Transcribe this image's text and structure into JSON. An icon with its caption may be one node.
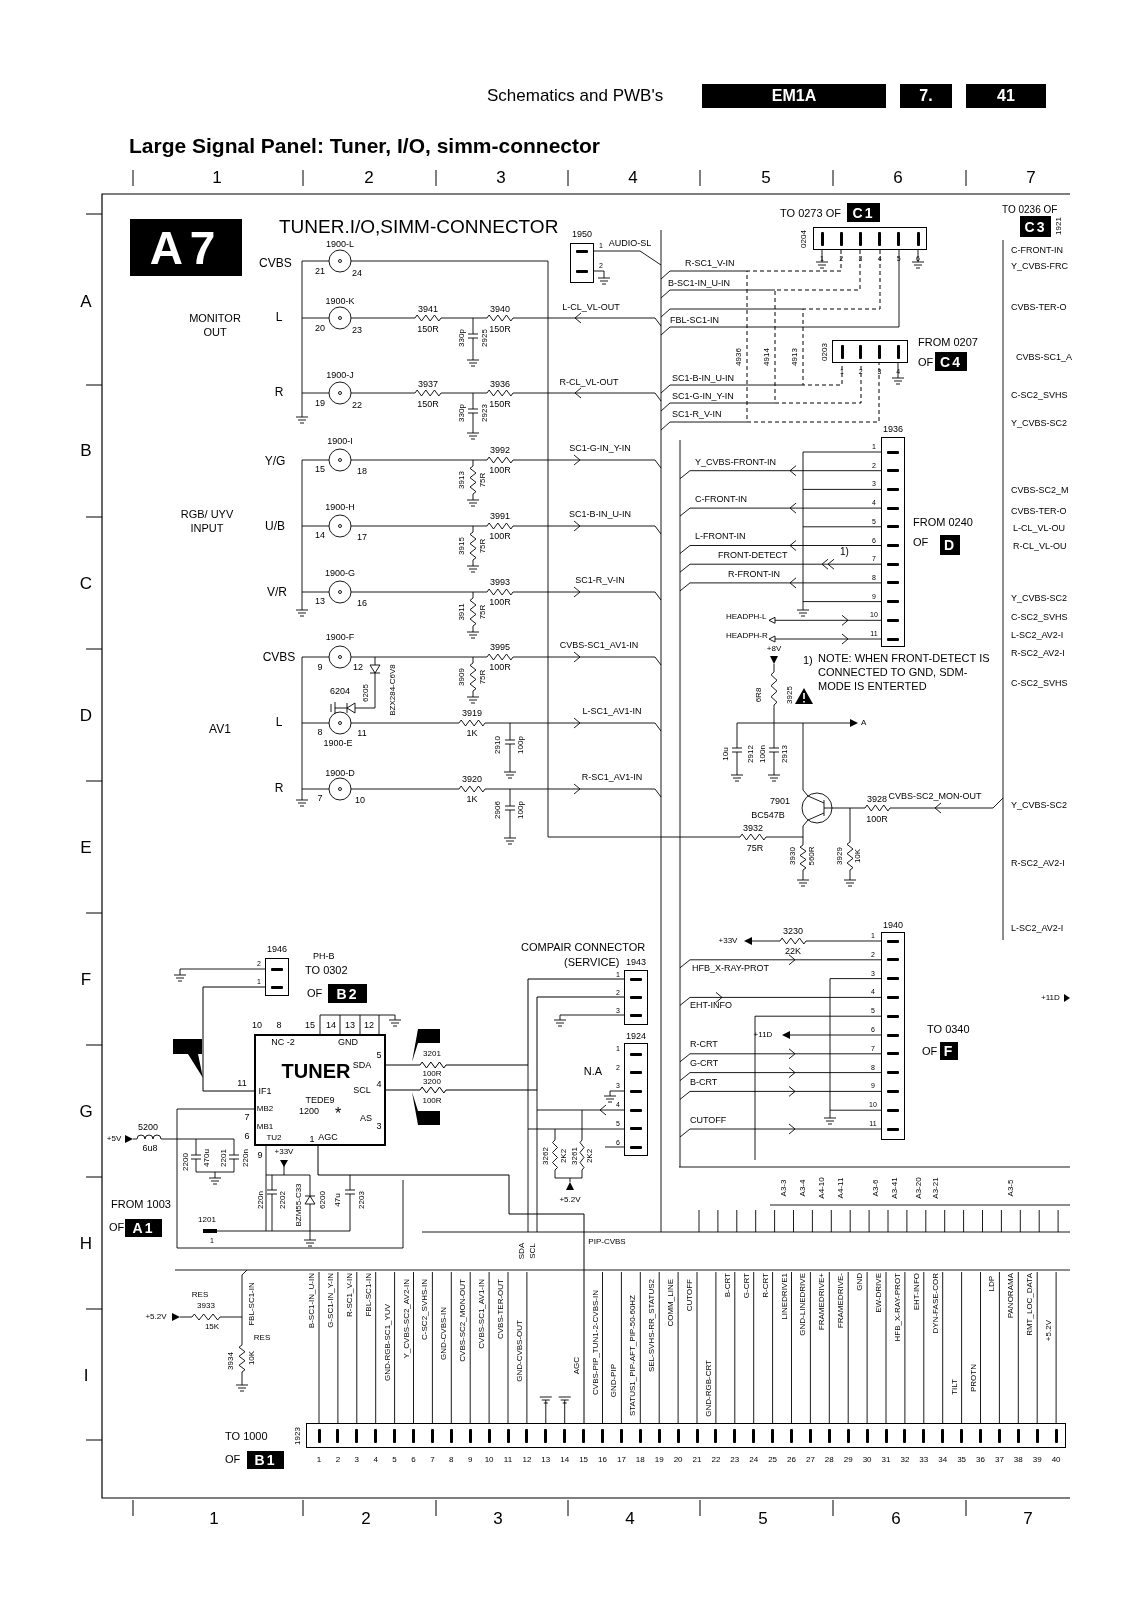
{
  "diagram": {
    "title": "Large Signal Panel: Tuner, I/O, simm-connector",
    "nodes": [
      {
        "text": [
          "1950",
          "1",
          "2"
        ]
      },
      {
        "text": [
          "0204",
          "1",
          "2",
          "3",
          "4",
          "5",
          "6"
        ]
      },
      {
        "text": [
          "0203",
          "1",
          "2",
          "3",
          "4"
        ]
      },
      {
        "text": [
          "1936",
          "1",
          "2",
          "3",
          "4",
          "5",
          "6",
          "7",
          "8",
          "9",
          "10",
          "11"
        ]
      },
      {
        "text": [
          "TUNER",
          "TEDE9",
          "1200",
          "*",
          "NC -2",
          "GND",
          "SDA",
          "5",
          "SCL",
          "4",
          "AS",
          "3",
          "IF1",
          "MB2",
          "MB1",
          "TU2",
          "1",
          "AGC"
        ]
      },
      {
        "text": [
          "1946",
          "2",
          "1"
        ]
      },
      {
        "text": [
          "1943",
          "1",
          "2",
          "3"
        ]
      },
      {
        "text": [
          "1924",
          "1",
          "2",
          "3",
          "4",
          "5",
          "6"
        ]
      },
      {
        "text": [
          "1940",
          "1",
          "2",
          "3",
          "4",
          "5",
          "6",
          "7",
          "8",
          "9",
          "10",
          "11"
        ]
      },
      {
        "text": [
          "1923",
          "1",
          "2",
          "3",
          "4",
          "5",
          "6",
          "7",
          "8",
          "9",
          "10",
          "11",
          "12",
          "13",
          "14",
          "15",
          "16",
          "17",
          "18",
          "19",
          "20",
          "21",
          "22",
          "23",
          "24",
          "25",
          "26",
          "27",
          "28",
          "29",
          "30",
          "31",
          "32",
          "33",
          "34",
          "35",
          "36",
          "37",
          "38",
          "39",
          "40"
        ]
      },
      {
        "text": [
          "1201",
          "1"
        ]
      }
    ],
    "edges": [
      {
        "from": 5,
        "to": 4,
        "arrow": "none"
      },
      {
        "from": 4,
        "to": 6,
        "arrow": "none"
      },
      {
        "from": 4,
        "to": 6,
        "arrow": "none"
      },
      {
        "from": 1,
        "to": 2,
        "arrow": "none",
        "style": "dashed"
      },
      {
        "from": 1,
        "to": 2,
        "arrow": "none",
        "style": "dashed"
      },
      {
        "from": 1,
        "to": 2,
        "arrow": "none",
        "style": "dashed"
      },
      {
        "from": 4,
        "to": 9,
        "arrow": "none"
      }
    ],
    "labels": [
      "Schematics and PWB's",
      "EM1A",
      "7.",
      "41",
      "1",
      "2",
      "3",
      "4",
      "5",
      "6",
      "7",
      "A",
      "B",
      "C",
      "D",
      "E",
      "F",
      "G",
      "H",
      "I",
      "1",
      "2",
      "3",
      "4",
      "5",
      "6",
      "7",
      "A7",
      "TUNER.I/O,SIMM-CONNECTOR",
      "CVBS",
      "1900-L",
      "21",
      "24",
      "MONITOR OUT",
      "1900-K",
      "L",
      "20",
      "23",
      "3941",
      "150R",
      "3940",
      "150R",
      "330p",
      "2925",
      "L-CL_VL-OUT",
      "1900-J",
      "R",
      "19",
      "22",
      "3937",
      "150R",
      "3936",
      "150R",
      "330p",
      "2923",
      "R-CL_VL-OUT",
      "AUDIO-SL",
      "RGB/ UYV INPUT",
      "1900-I",
      "Y/G",
      "15",
      "18",
      "3992",
      "100R",
      "3913",
      "75R",
      "SC1-G-IN_Y-IN",
      "1900-H",
      "U/B",
      "14",
      "17",
      "3991",
      "100R",
      "3915",
      "75R",
      "SC1-B-IN_U-IN",
      "1900-G",
      "V/R",
      "13",
      "16",
      "3993",
      "100R",
      "3911",
      "75R",
      "SC1-R_V-IN",
      "AV1",
      "1900-F",
      "CVBS",
      "9",
      "12",
      "6204",
      "6205",
      "BZX284-C6V8",
      "3995",
      "100R",
      "3909",
      "75R",
      "CVBS-SC1_AV1-IN",
      "L",
      "8",
      "1900-E",
      "11",
      "3919",
      "1K",
      "2910",
      "100p",
      "L-SC1_AV1-IN",
      "1900-D",
      "R",
      "7",
      "10",
      "3920",
      "1K",
      "2906",
      "100p",
      "R-SC1_AV1-IN",
      "TO 0273 OF",
      "C1",
      "R-SC1_V-IN",
      "B-SC1-IN_U-IN",
      "FBL-SC1-IN",
      "4936",
      "4914",
      "4913",
      "FROM 0207",
      "OF",
      "C4",
      "SC1-B-IN_U-IN",
      "SC1-G-IN_Y-IN",
      "SC1-R_V-IN",
      "TO 0236 OF",
      "C3",
      "1921",
      "C-FRONT-IN",
      "Y_CVBS-FRC",
      "CVBS-TER-O",
      "CVBS-SC1_A",
      "C-SC2_SVHS",
      "Y_CVBS-SC2",
      "CVBS-SC2_M",
      "CVBS-TER-O",
      "L-CL_VL-OU",
      "R-CL_VL-OU",
      "Y_CVBS-SC2",
      "C-SC2_SVHS",
      "L-SC2_AV2-I",
      "R-SC2_AV2-I",
      "C-SC2_SVHS",
      "Y_CVBS-SC2",
      "R-SC2_AV2-I",
      "L-SC2_AV2-I",
      "Y_CVBS-FRONT-IN",
      "C-FRONT-IN",
      "L-FRONT-IN",
      "FRONT-DETECT",
      "1)",
      "R-FRONT-IN",
      "HEADPH-L",
      "HEADPH-R",
      "FROM 0240",
      "OF",
      "D",
      "+8V",
      "6R8",
      "3925",
      "1)",
      "NOTE: WHEN FRONT-DETECT IS CONNECTED TO GND, SDM-MODE IS ENTERTED",
      "A",
      "10u",
      "2912",
      "100n",
      "2913",
      "7901",
      "BC547B",
      "3928",
      "100R",
      "CVBS-SC2_MON-OUT",
      "3932",
      "75R",
      "3930",
      "560R",
      "3929",
      "10K",
      "+33V",
      "3230",
      "22K",
      "HFB_X-RAY-PROT",
      "EHT-INFO",
      "+11D",
      "R-CRT",
      "G-CRT",
      "B-CRT",
      "CUTOFF",
      "TO 0340",
      "OF",
      "F",
      "+11D",
      "COMPAIR CONNECTOR",
      "(SERVICE)",
      "PH-B",
      "TO 0302",
      "OF",
      "B2",
      "10",
      "8",
      "15",
      "14",
      "13",
      "12",
      "11",
      "7",
      "6",
      "9",
      "+33V",
      "5200",
      "6u8",
      "+5V",
      "2200",
      "470u",
      "2201",
      "220n",
      "FROM 1003",
      "OF",
      "A1",
      "220n",
      "2202",
      "BZM55-C33",
      "6200",
      "47u",
      "2203",
      "3201",
      "100R",
      "3200",
      "100R",
      "N.A",
      "3262",
      "2K2",
      "3261",
      "2K2",
      "+5.2V",
      "PIP-CVBS",
      "A3-3",
      "A3-4",
      "A4-10",
      "A4-11",
      "A3-6",
      "A3-41",
      "A3-20",
      "A3-21",
      "A3-5",
      "SDA",
      "SCL",
      "RES",
      "+5.2V",
      "3933",
      "15K",
      "FBL-SC1-IN",
      "RES",
      "3934",
      "10K",
      "TO 1000",
      "OF",
      "B1",
      "B-SC1-IN_U-IN",
      "G-SC1-IN_Y-IN",
      "R-SC1_V-IN",
      "FBL-SC1-IN",
      "GND-RGB-SC1_YUV",
      "Y_CVBS-SC2_AV2-IN",
      "C-SC2_SVHS-IN",
      "GND-CVBS-IN",
      "CVBS-SC2_MON-OUT",
      "CVBS-SC1_AV1-IN",
      "CVBS-TER-OUT",
      "GND-CVBS-OUT",
      "AGC",
      "CVBS-PIP_TUN1-2-CVBS-IN",
      "GND-PIP",
      "STATUS1_PIP-AFT_PIP-50-60HZ",
      "SEL-SVHS-RR_STATUS2",
      "COMM_LINE",
      "CUTOFF",
      "GND-RGB-CRT",
      "B-CRT",
      "G-CRT",
      "R-CRT",
      "LINEDRIVE1",
      "GND-LINEDRIVE",
      "FRAMEDRIVE+",
      "FRAMEDRIVE-",
      "GND",
      "EW-DRIVE",
      "HFB_X-RAY-PROT",
      "EHT-INFO",
      "DYN-FASE-COR",
      "TILT",
      "PROTN",
      "LDP",
      "PANORAMA",
      "RMT_LOC_DATA",
      "+5.2V"
    ]
  }
}
